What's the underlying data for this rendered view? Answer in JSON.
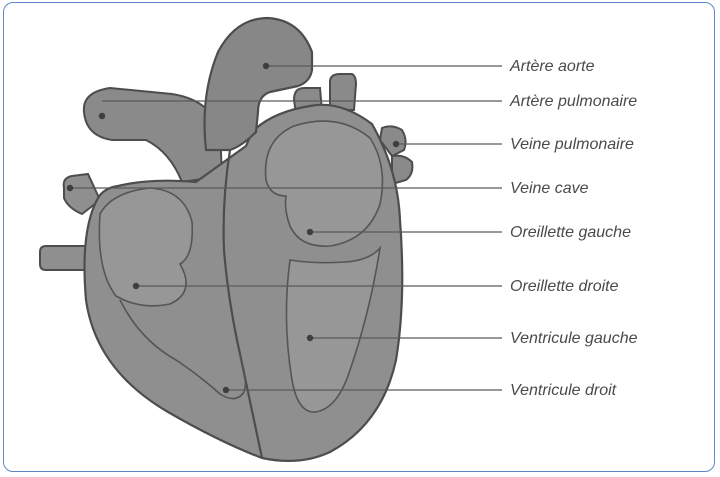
{
  "diagram": {
    "labels": [
      "Artère aorte",
      "Artère pulmonaire",
      "Veine pulmonaire",
      "Veine cave",
      "Oreillette gauche",
      "Oreillette droite",
      "Ventricule gauche",
      "Ventricule droit"
    ]
  },
  "colors": {
    "frame_border": "#5f88c4",
    "heart_fill": "#8f8f8f",
    "heart_stroke": "#4d4d4d",
    "chamber_fill": "#9a9a9a",
    "vessel_fill": "#878787",
    "label_color": "#4a4a4a"
  }
}
